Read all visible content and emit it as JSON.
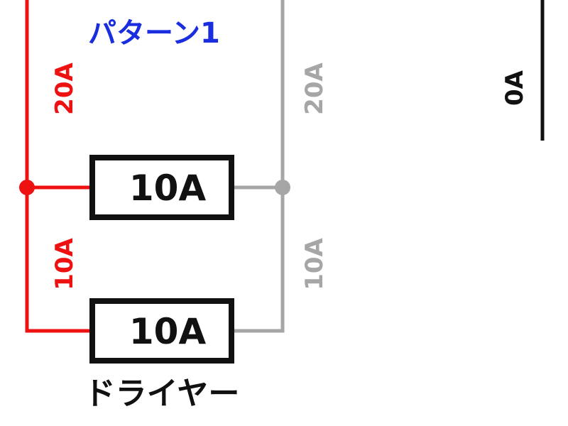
{
  "title": "パターン1",
  "device_label": "ドライヤー",
  "colors": {
    "live": "#ee1111",
    "return": "#a6a6a6",
    "title": "#1a2ee0",
    "box": "#111111",
    "text": "#111111"
  },
  "left_wire": {
    "upper_current": "20A",
    "lower_current": "10A"
  },
  "right_wire": {
    "upper_current": "20A",
    "lower_current": "10A"
  },
  "loads": [
    {
      "current": "10A"
    },
    {
      "current": "10A"
    }
  ],
  "other_circuit": {
    "current": "0A"
  }
}
